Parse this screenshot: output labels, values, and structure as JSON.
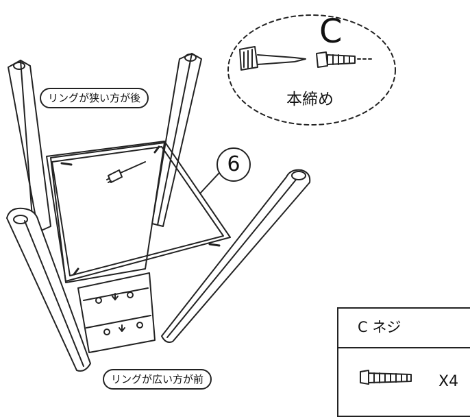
{
  "labels": {
    "narrow_ring": "リングが狭い方が後",
    "wide_ring": "リングが広い方が前",
    "callout_letter": "C",
    "callout_text": "本締め",
    "step_number": "6"
  },
  "parts_table": {
    "header": "C ネジ",
    "quantity": "X4"
  },
  "icons": [
    "screwdriver-icon",
    "screw-icon"
  ]
}
